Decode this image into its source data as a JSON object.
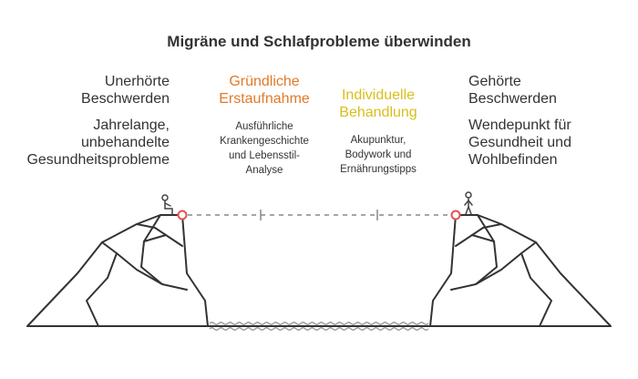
{
  "title": "Migräne und Schlafprobleme überwinden",
  "columns": [
    {
      "heading": [
        "Unerhörte",
        "Beschwerden"
      ],
      "heading_color": "#333333",
      "body": [
        "Jahrelange,",
        "unbehandelte",
        "Gesundheitsprobleme"
      ]
    },
    {
      "heading": [
        "Gründliche",
        "Erstaufnahme"
      ],
      "heading_color": "#E07A2A",
      "body": [
        "Ausführliche",
        "Krankengeschichte",
        "und Lebensstil-",
        "Analyse"
      ]
    },
    {
      "heading": [
        "Individuelle",
        "Behandlung"
      ],
      "heading_color": "#D9BE1C",
      "body": [
        "Akupunktur,",
        "Bodywork und",
        "Ernährungstipps"
      ]
    },
    {
      "heading": [
        "Gehörte",
        "Beschwerden"
      ],
      "heading_color": "#333333",
      "body": [
        "Wendepunkt für",
        "Gesundheit und",
        "Wohlbefinden"
      ]
    }
  ],
  "colors": {
    "ink": "#333333",
    "marker": "#E0554F",
    "dashed_line": "#888888",
    "water": "#999999"
  },
  "icons": [
    "person-sitting-icon",
    "person-standing-icon"
  ]
}
